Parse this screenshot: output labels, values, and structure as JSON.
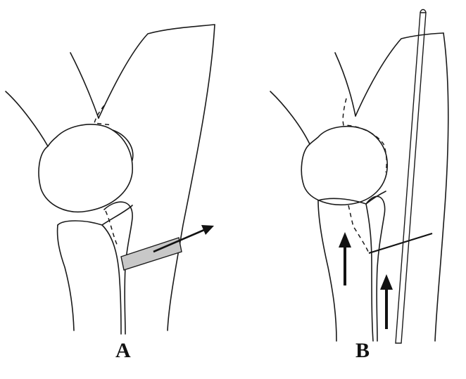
{
  "panels": [
    {
      "id": "A",
      "label": "A",
      "arrows": 1,
      "description": ""
    },
    {
      "id": "B",
      "label": "B",
      "arrows": 2,
      "description": ""
    }
  ],
  "colors": {
    "line": "#1a1a1a",
    "wedge_fill": "#c8c8c8",
    "arrow": "#111111",
    "background": "#ffffff"
  }
}
